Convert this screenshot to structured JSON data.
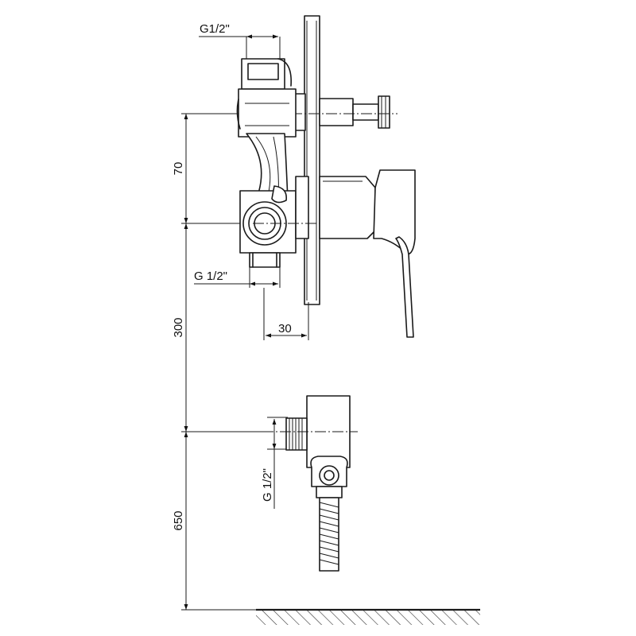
{
  "dimensions": {
    "thread_top": "G1/2\"",
    "thread_bottom": "G 1/2\"",
    "thread_outlet": "G 1/2\"",
    "height_70": "70",
    "height_300": "300",
    "height_650": "650",
    "depth_30": "30"
  }
}
